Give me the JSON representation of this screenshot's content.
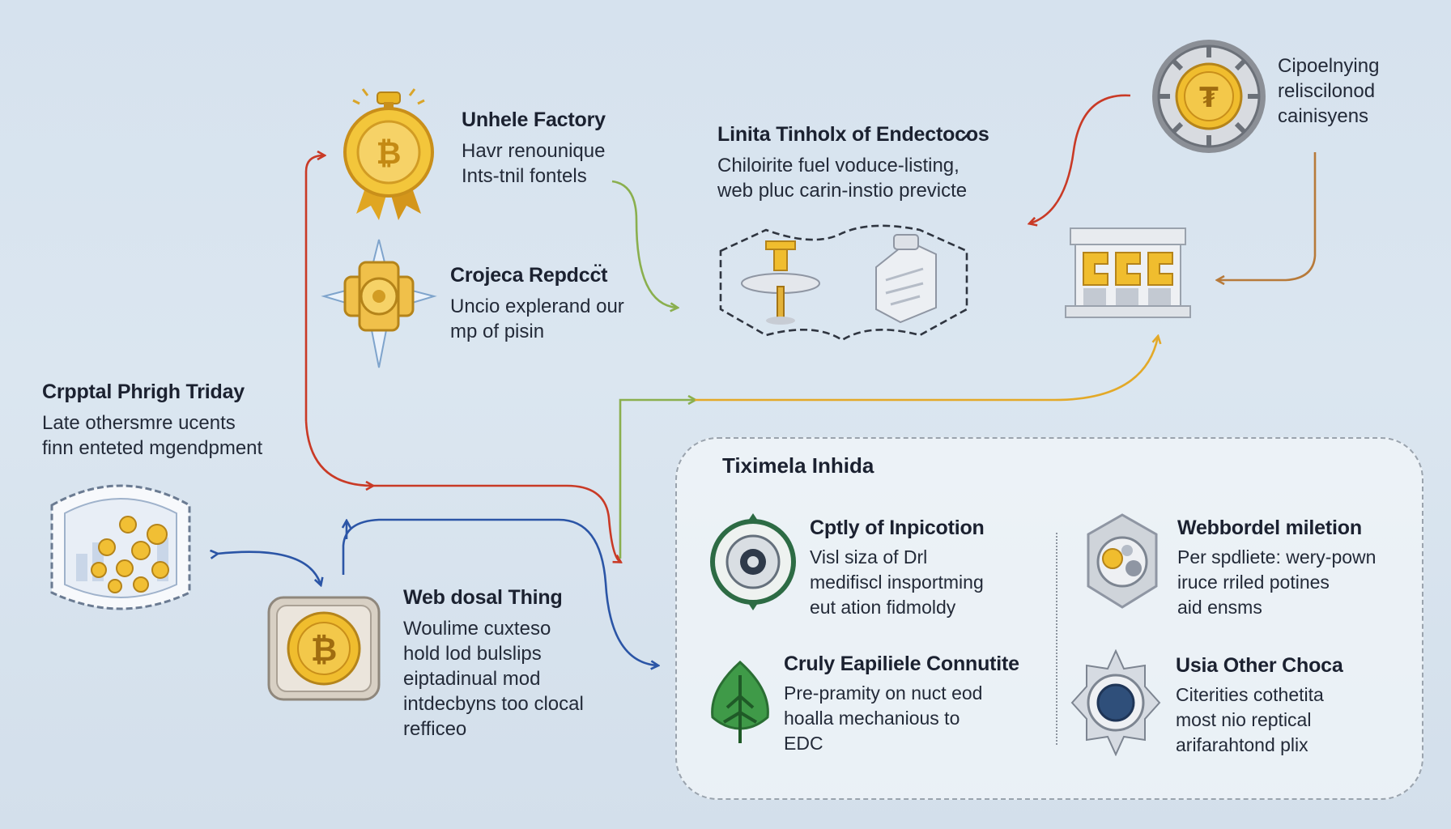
{
  "colors": {
    "background": "#d8e4ef",
    "gold": "#e9b524",
    "arrow_red": "#c93a26",
    "arrow_blue": "#2b55a6",
    "arrow_green": "#8aaf4e",
    "arrow_yellow": "#e3a928",
    "arrow_brown": "#b77a3a"
  },
  "nodes": {
    "unhele_factory": {
      "title": "Unhele Factory",
      "lines": [
        "Havr renounique",
        "Ints-tnil fontels"
      ],
      "icon": "medal-coin-icon"
    },
    "crojeca_repdcct": {
      "title": "Crojeca Repdcc̈t",
      "lines": [
        "Uncio explerand our",
        "mp of pisin"
      ],
      "icon": "compass-coin-icon"
    },
    "crpptal_phrigh": {
      "title": "Crpptal Phrigh Triday",
      "lines": [
        "Late othersmre ucents",
        "finn enteted mgendpment"
      ],
      "icon": "coin-chart-board-icon"
    },
    "web_dosal_thing": {
      "title": "Web dosal Thing",
      "lines": [
        "Woulime cuxteso",
        "hold lod bulslips",
        "eiptadinual mod",
        "intdecbyns too clocal",
        "refficeo"
      ],
      "icon": "bitcoin-tile-icon"
    },
    "linita_tinholx": {
      "title": "Linita Tinholx of Endectoc̷os",
      "lines": [
        "Chiloirite fuel voduce-listing,",
        "web pluc carin-instio previcte"
      ],
      "icon": "machinery-icon"
    },
    "cipoelnying": {
      "lines": [
        "Cipoelnying",
        "reliscilonod",
        "cainisyens"
      ],
      "icon": "gear-coin-icon"
    },
    "bank": {
      "icon": "bank-building-icon"
    }
  },
  "panel": {
    "title": "Tiximela Inhida",
    "items": [
      {
        "title": "Cptly of Inpicotion",
        "lines": [
          "Visl siza of Drl",
          "medifiscl insportming",
          "eut ation fidmoldy"
        ],
        "icon": "target-gear-icon"
      },
      {
        "title": "Webbordel miletion",
        "lines": [
          "Per spdliete: wery-pown",
          "iruce rriled potines",
          "aid ensms"
        ],
        "icon": "gear-cluster-icon"
      },
      {
        "title": "Cruly Eapiliele Connutite",
        "lines": [
          "Pre-pramity on nuct eod",
          "hoalla mechanious to",
          "EDC"
        ],
        "icon": "tree-icon"
      },
      {
        "title": "Usia Other Choca",
        "lines": [
          "Citerities cothetita",
          "most nio reptical",
          "arifarahtond plix"
        ],
        "icon": "lens-gear-icon"
      }
    ]
  }
}
